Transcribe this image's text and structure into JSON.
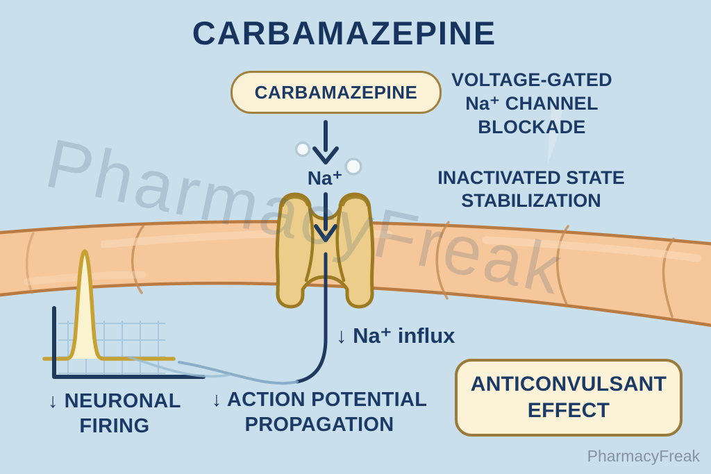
{
  "title": "CARBAMAZEPINE",
  "pill": {
    "label": "CARBAMAZEPINE"
  },
  "blockade": {
    "line1": "VOLTAGE-GATED",
    "line2": "Na⁺ CHANNEL",
    "line3": "BLOCKADE"
  },
  "ion": {
    "label": "Na⁺"
  },
  "stabilization": {
    "line1": "INACTIVATED STATE",
    "line2": "STABILIZATION"
  },
  "influx": {
    "label": "↓ Na⁺ influx"
  },
  "neuronal_firing": {
    "line1": "↓ NEURONAL",
    "line2": "FIRING"
  },
  "action_potential": {
    "line1": "↓ ACTION POTENTIAL",
    "line2": "PROPAGATION"
  },
  "effect": {
    "line1": "ANTICONVULSANT",
    "line2": "EFFECT"
  },
  "watermark": "PharmacyFreak",
  "credit": "PharmacyFreak",
  "colors": {
    "background": "#C9DFEC",
    "text_navy": "#1C3A66",
    "box_fill": "#FBF1D6",
    "box_border": "#A2813E",
    "membrane_fill": "#F5C79B",
    "membrane_border": "#BA7B42",
    "membrane_segment": "#C68B52",
    "membrane_highlight": "#F9DCBE",
    "channel_fill": "#ECCE8A",
    "channel_border": "#9C7B22",
    "spike_stroke": "#C8A135",
    "spike_fill": "#FBF2D0",
    "grid_line": "#A7C8DD",
    "axis_navy": "#1E3A5F",
    "fade_line1": "#7FA6C4",
    "fade_line2": "#9ABBD3",
    "ion_circle_fill": "#F4F9FC",
    "ion_circle_stroke": "#B5C8D6",
    "watermark_gray": "#54677A",
    "credit_gray": "#8494A2"
  }
}
